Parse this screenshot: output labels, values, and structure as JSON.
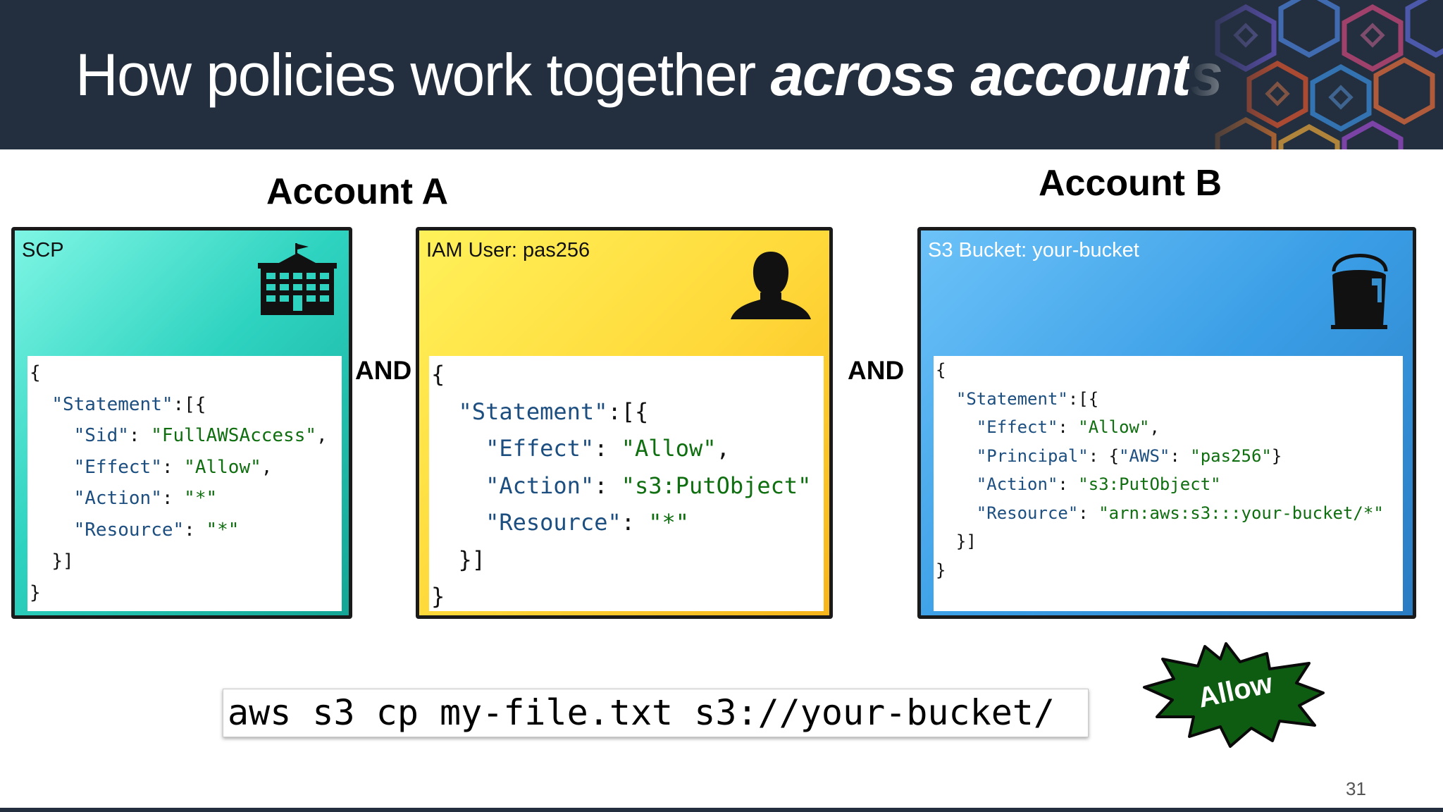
{
  "slide": {
    "title_plain": "How policies work together ",
    "title_emphasis": "across accounts",
    "page_number": "31"
  },
  "accounts": {
    "a_label": "Account A",
    "b_label": "Account B"
  },
  "connectors": {
    "first": "AND",
    "second": "AND"
  },
  "scp": {
    "label": "SCP",
    "icon": "building-icon",
    "color": "#2ed3c0"
  },
  "iam": {
    "label": "IAM User: pas256",
    "icon": "user-icon",
    "color": "#ffd93a"
  },
  "s3": {
    "label": "S3 Bucket: your-bucket",
    "icon": "bucket-icon",
    "color": "#3a9ee6"
  },
  "command": "aws s3 cp my-file.txt s3://your-bucket/",
  "result": {
    "label": "Allow",
    "color": "#0e5c12"
  },
  "code": {
    "open_brace": "{",
    "close_brace": "}",
    "statement_key": "\"Statement\"",
    "statement_open": ":[{",
    "statement_close": "}]",
    "colon": ": ",
    "comma": ",",
    "sid_key": "\"Sid\"",
    "sid_val": "\"FullAWSAccess\"",
    "effect_key": "\"Effect\"",
    "effect_val": "\"Allow\"",
    "action_key": "\"Action\"",
    "action_all": "\"*\"",
    "action_put": "\"s3:PutObject\"",
    "resource_key": "\"Resource\"",
    "resource_all": "\"*\"",
    "resource_arn": "\"arn:aws:s3:::your-bucket/*\"",
    "principal_key": "\"Principal\"",
    "principal_open": "{",
    "principal_aws": "\"AWS\"",
    "principal_val": "\"pas256\"",
    "principal_close": "}"
  }
}
